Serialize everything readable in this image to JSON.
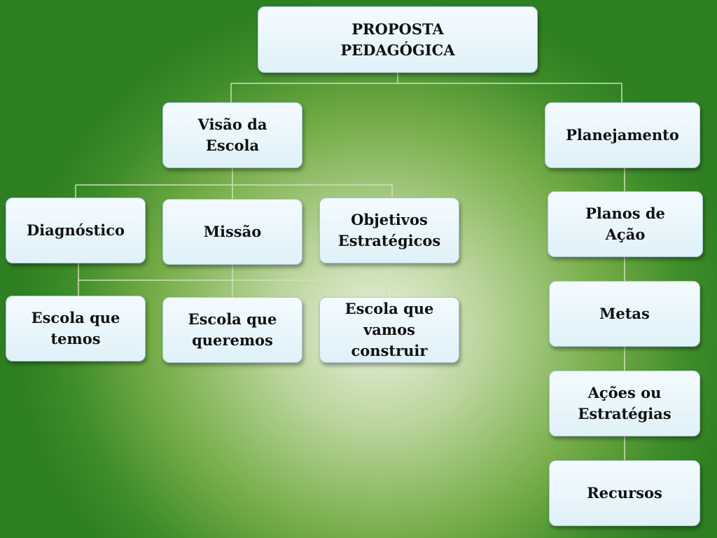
{
  "diagram": {
    "nodes": {
      "root": "PROPOSTA\nPEDAGÓGICA",
      "visao": "Visão da\nEscola",
      "planejamento": "Planejamento",
      "diagnostico": "Diagnóstico",
      "missao": "Missão",
      "objetivos": "Objetivos\nEstratégicos",
      "escola_temos": "Escola que\ntemos",
      "escola_queremos": "Escola que\nqueremos",
      "escola_construir": "Escola que\nvamos\nconstruir",
      "planos": "Planos de\nAção",
      "metas": "Metas",
      "acoes": "Ações ou\nEstratégias",
      "recursos": "Recursos"
    },
    "colors": {
      "box_fill": "#e8f6fb",
      "box_border": "#a9c9d4",
      "connector": "#c9ddb0",
      "background_center": "#e9f1df",
      "background_edge": "#2e7f22"
    }
  }
}
